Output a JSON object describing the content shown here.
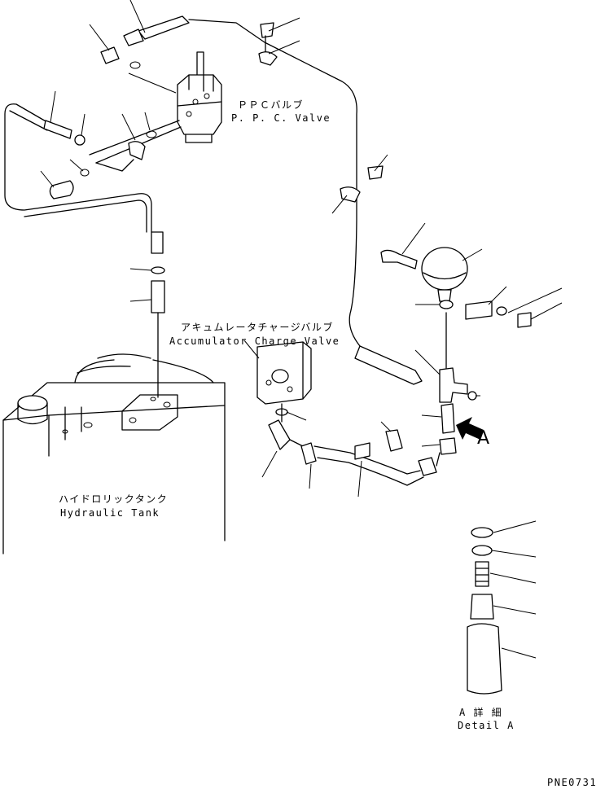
{
  "labels": {
    "ppc_jp": "ＰＰＣバルブ",
    "ppc_en": "P. P. C. Valve",
    "acc_jp": "アキュムレータチャージバルブ",
    "acc_en": "Accumulator Charge Valve",
    "tank_jp": "ハイドロリックタンク",
    "tank_en": "Hydraulic Tank",
    "arrow_a": "A",
    "detail_jp": "A  詳 細",
    "detail_en": "Detail A",
    "drawing_no": "PNE0731"
  }
}
